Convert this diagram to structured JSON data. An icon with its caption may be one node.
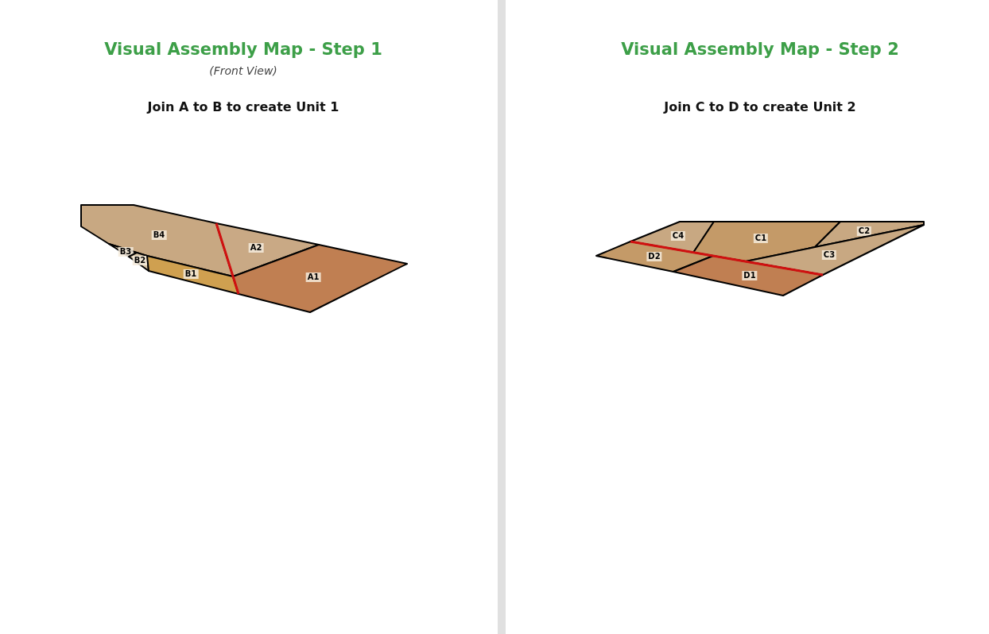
{
  "diagram": {
    "nodes": [
      {
        "text": [
          "B4"
        ]
      },
      {
        "text": [
          "A2"
        ]
      },
      {
        "text": [
          "B3"
        ]
      },
      {
        "text": [
          "B2"
        ]
      },
      {
        "text": [
          "B1"
        ]
      },
      {
        "text": [
          "A1"
        ]
      },
      {
        "text": [
          "C4"
        ]
      },
      {
        "text": [
          "C1"
        ]
      },
      {
        "text": [
          "C2"
        ]
      },
      {
        "text": [
          "D2"
        ]
      },
      {
        "text": [
          "C3"
        ]
      },
      {
        "text": [
          "D1"
        ]
      }
    ],
    "labels": [
      "Visual Assembly Map - Step 1",
      "(Front View)",
      "Join A to B to create Unit 1",
      "Visual Assembly Map - Step 2",
      "Join C to D to create Unit 2"
    ]
  }
}
